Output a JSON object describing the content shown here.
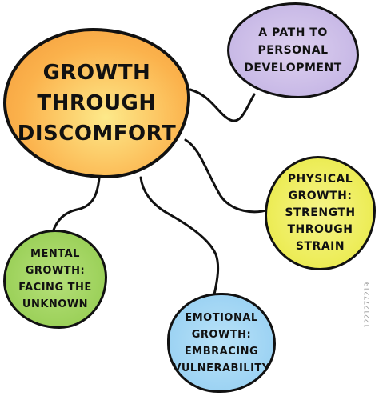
{
  "diagram": {
    "center": {
      "label": "Growth through discomfort",
      "fill": "#fbb24c"
    },
    "branches": [
      {
        "id": "top-right",
        "label": "A path to personal development",
        "fill": "#c8b9e6"
      },
      {
        "id": "right",
        "label": "Physical growth: strength through strain",
        "fill": "#ecec55"
      },
      {
        "id": "left",
        "label": "Mental growth: facing the unknown",
        "fill": "#9cd15a"
      },
      {
        "id": "bottom",
        "label": "Emotional growth: embracing vulnerability",
        "fill": "#9dd3f3"
      }
    ],
    "stroke_color": "#111111"
  },
  "watermark": {
    "side_text": "1221277219"
  }
}
